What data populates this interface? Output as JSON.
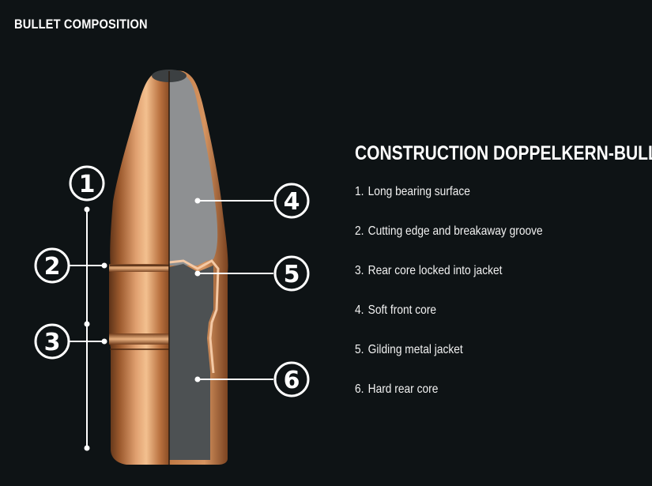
{
  "page_title": "BULLET COMPOSITION",
  "heading": "CONSTRUCTION DOPPELKERN-BULLET",
  "callouts": [
    "1",
    "2",
    "3",
    "4",
    "5",
    "6"
  ],
  "legend": [
    {
      "number": "1.",
      "text": "Long bearing surface"
    },
    {
      "number": "2.",
      "text": "Cutting edge and breakaway groove"
    },
    {
      "number": "3.",
      "text": "Rear core locked into jacket"
    },
    {
      "number": "4.",
      "text": "Soft front core"
    },
    {
      "number": "5.",
      "text": "Gilding metal jacket"
    },
    {
      "number": "6.",
      "text": "Hard rear core"
    }
  ],
  "colors": {
    "background": "#0e1315",
    "copper": "#c8834e",
    "soft_core": "#8e9092",
    "hard_core": "#4d5153",
    "jacket_line": "#f4c9a5"
  }
}
